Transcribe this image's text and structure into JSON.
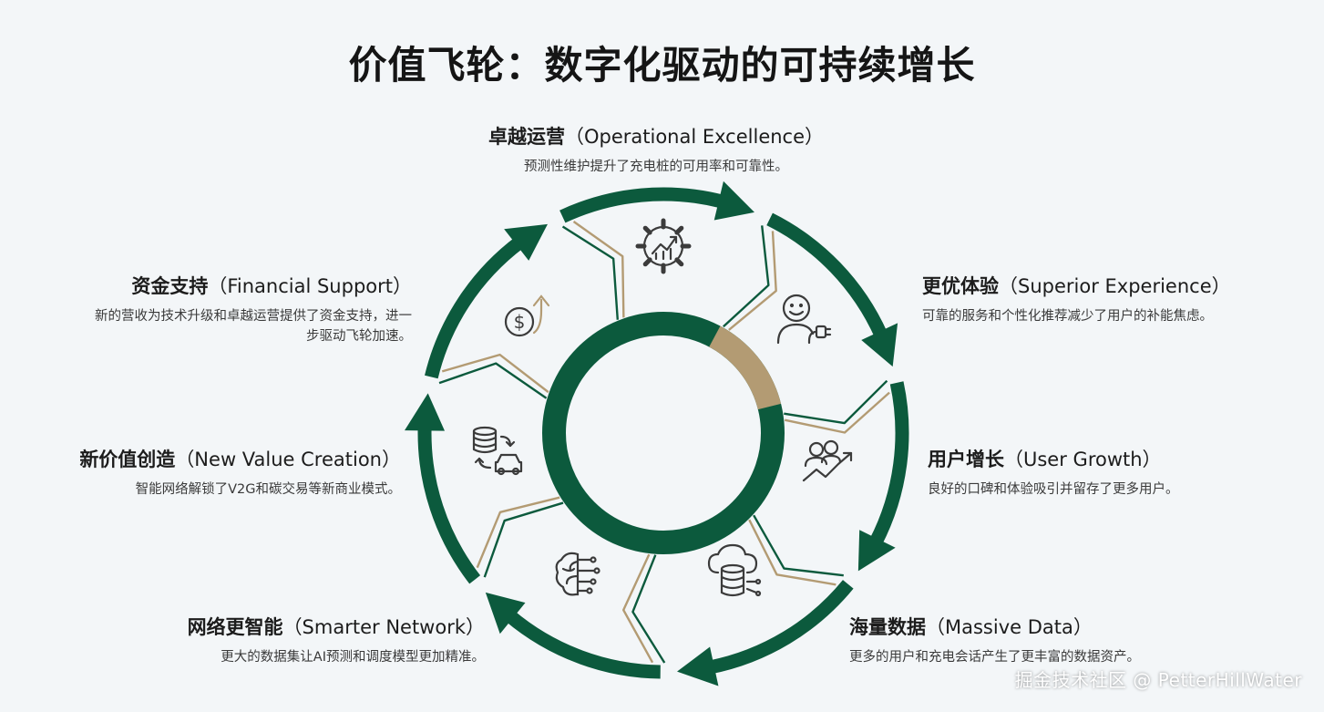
{
  "title": "价值飞轮：数字化驱动的可持续增长",
  "watermark": "掘金技术社区 @ PetterHillWater",
  "colors": {
    "green": "#0c5a3d",
    "tan": "#b39b73",
    "icon": "#3b3b3b",
    "background": "#f3f6f8"
  },
  "segments": [
    {
      "cn": "卓越运营",
      "en": "（Operational Excellence）",
      "desc": "预测性维护提升了充电桩的可用率和可靠性。",
      "icon": "gear-chart-icon"
    },
    {
      "cn": "更优体验",
      "en": "（Superior Experience）",
      "desc": "可靠的服务和个性化推荐减少了用户的补能焦虑。",
      "icon": "smiling-user-plug-icon"
    },
    {
      "cn": "用户增长",
      "en": "（User Growth）",
      "desc": "良好的口碑和体验吸引并留存了更多用户。",
      "icon": "users-growth-icon"
    },
    {
      "cn": "海量数据",
      "en": "（Massive Data）",
      "desc": "更多的用户和充电会话产生了更丰富的数据资产。",
      "icon": "cloud-database-icon"
    },
    {
      "cn": "网络更智能",
      "en": "（Smarter Network）",
      "desc": "更大的数据集让AI预测和调度模型更加精准。",
      "icon": "ai-brain-icon"
    },
    {
      "cn": "新价值创造",
      "en": "（New Value Creation）",
      "desc": "智能网络解锁了V2G和碳交易等新商业模式。",
      "icon": "database-car-exchange-icon"
    },
    {
      "cn": "资金支持",
      "en": "（Financial Support）",
      "desc": "新的营收为技术升级和卓越运营提供了资金支持，进一步驱动飞轮加速。",
      "icon": "dollar-growth-icon"
    }
  ]
}
